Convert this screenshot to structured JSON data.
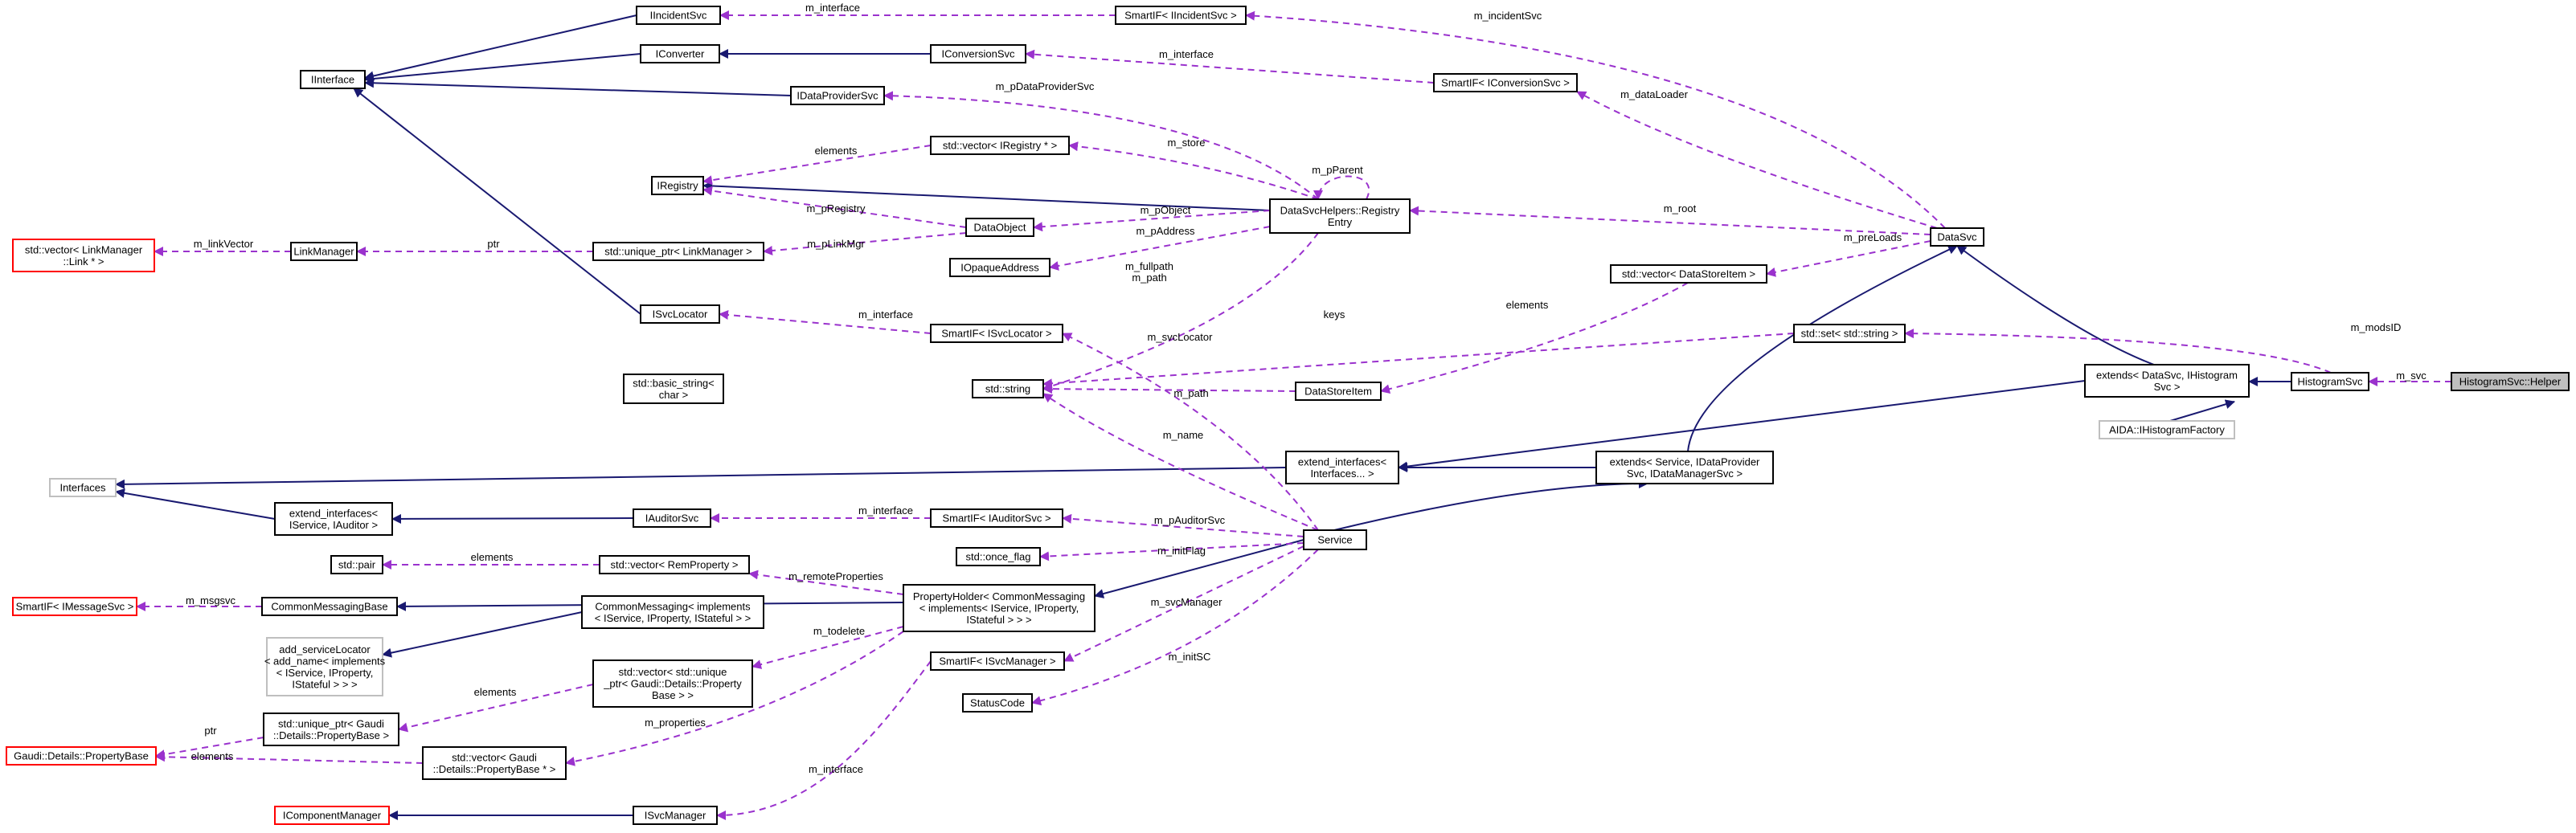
{
  "diagram": {
    "colors": {
      "inherit_edge": "#191970",
      "usage_edge": "#9a32cd",
      "undocumented_border": "#ff0000",
      "external_border": "#bfbfbf",
      "focus_fill": "#bfbfbf"
    },
    "nodes": [
      {
        "id": "IIncidentSvc",
        "lines": [
          "IIncidentSvc"
        ],
        "style": "normal"
      },
      {
        "id": "SmartIF_IIncidentSvc",
        "lines": [
          "SmartIF< IIncidentSvc >"
        ],
        "style": "normal"
      },
      {
        "id": "IInterface",
        "lines": [
          "IInterface"
        ],
        "style": "normal"
      },
      {
        "id": "IConverter",
        "lines": [
          "IConverter"
        ],
        "style": "normal"
      },
      {
        "id": "IConversionSvc",
        "lines": [
          "IConversionSvc"
        ],
        "style": "normal"
      },
      {
        "id": "SmartIF_IConversionSvc",
        "lines": [
          "SmartIF< IConversionSvc >"
        ],
        "style": "normal"
      },
      {
        "id": "IDataProviderSvc",
        "lines": [
          "IDataProviderSvc"
        ],
        "style": "normal"
      },
      {
        "id": "vector_IRegistry",
        "lines": [
          "std::vector< IRegistry * >"
        ],
        "style": "normal"
      },
      {
        "id": "IRegistry",
        "lines": [
          "IRegistry"
        ],
        "style": "normal"
      },
      {
        "id": "DataObject",
        "lines": [
          "DataObject"
        ],
        "style": "normal"
      },
      {
        "id": "RegistryEntry",
        "lines": [
          "DataSvcHelpers::Registry",
          "Entry"
        ],
        "style": "normal"
      },
      {
        "id": "vector_LinkManager_Link",
        "lines": [
          "std::vector< LinkManager",
          "::Link * >"
        ],
        "style": "red"
      },
      {
        "id": "LinkManager",
        "lines": [
          "LinkManager"
        ],
        "style": "normal"
      },
      {
        "id": "unique_ptr_LinkManager",
        "lines": [
          "std::unique_ptr< LinkManager >"
        ],
        "style": "normal"
      },
      {
        "id": "IOpaqueAddress",
        "lines": [
          "IOpaqueAddress"
        ],
        "style": "normal"
      },
      {
        "id": "DataSvc",
        "lines": [
          "DataSvc"
        ],
        "style": "normal"
      },
      {
        "id": "vector_DataStoreItem",
        "lines": [
          "std::vector< DataStoreItem >"
        ],
        "style": "normal"
      },
      {
        "id": "ISvcLocator",
        "lines": [
          "ISvcLocator"
        ],
        "style": "normal"
      },
      {
        "id": "SmartIF_ISvcLocator",
        "lines": [
          "SmartIF< ISvcLocator >"
        ],
        "style": "normal"
      },
      {
        "id": "set_string",
        "lines": [
          "std::set< std::string >"
        ],
        "style": "normal"
      },
      {
        "id": "basic_string",
        "lines": [
          "std::basic_string<",
          "char >"
        ],
        "style": "normal"
      },
      {
        "id": "std_string",
        "lines": [
          "std::string"
        ],
        "style": "normal"
      },
      {
        "id": "DataStoreItem",
        "lines": [
          "DataStoreItem"
        ],
        "style": "normal"
      },
      {
        "id": "extends_DataSvc",
        "lines": [
          "extends< DataSvc, IHistogram",
          "Svc >"
        ],
        "style": "normal"
      },
      {
        "id": "HistogramSvc",
        "lines": [
          "HistogramSvc"
        ],
        "style": "normal"
      },
      {
        "id": "HistogramSvc_Helper",
        "lines": [
          "HistogramSvc::Helper"
        ],
        "style": "focus"
      },
      {
        "id": "AIDA_IHistogramFactory",
        "lines": [
          "AIDA::IHistogramFactory"
        ],
        "style": "gray"
      },
      {
        "id": "Interfaces",
        "lines": [
          "Interfaces"
        ],
        "style": "gray"
      },
      {
        "id": "extend_interfaces_Interfaces",
        "lines": [
          "extend_interfaces<",
          "Interfaces... >"
        ],
        "style": "normal"
      },
      {
        "id": "extends_Service",
        "lines": [
          "extends< Service, IDataProvider",
          "Svc, IDataManagerSvc >"
        ],
        "style": "normal"
      },
      {
        "id": "extend_interfaces_IService",
        "lines": [
          "extend_interfaces<",
          "IService, IAuditor >"
        ],
        "style": "normal"
      },
      {
        "id": "IAuditorSvc",
        "lines": [
          "IAuditorSvc"
        ],
        "style": "normal"
      },
      {
        "id": "SmartIF_IAuditorSvc",
        "lines": [
          "SmartIF< IAuditorSvc >"
        ],
        "style": "normal"
      },
      {
        "id": "std_pair",
        "lines": [
          "std::pair"
        ],
        "style": "normal"
      },
      {
        "id": "vector_RemProperty",
        "lines": [
          "std::vector< RemProperty >"
        ],
        "style": "normal"
      },
      {
        "id": "once_flag",
        "lines": [
          "std::once_flag"
        ],
        "style": "normal"
      },
      {
        "id": "Service",
        "lines": [
          "Service"
        ],
        "style": "normal"
      },
      {
        "id": "SmartIF_IMessageSvc",
        "lines": [
          "SmartIF< IMessageSvc >"
        ],
        "style": "red"
      },
      {
        "id": "CommonMessagingBase",
        "lines": [
          "CommonMessagingBase"
        ],
        "style": "normal"
      },
      {
        "id": "CommonMessaging_impl",
        "lines": [
          "CommonMessaging< implements",
          "< IService, IProperty, IStateful > >"
        ],
        "style": "normal"
      },
      {
        "id": "PropertyHolder",
        "lines": [
          "PropertyHolder< CommonMessaging",
          "< implements< IService, IProperty,",
          "IStateful > > >"
        ],
        "style": "normal"
      },
      {
        "id": "add_serviceLocator",
        "lines": [
          "add_serviceLocator",
          "< add_name< implements",
          "< IService, IProperty,",
          "IStateful > > >"
        ],
        "style": "gray"
      },
      {
        "id": "vector_unique_ptr_PropertyBase",
        "lines": [
          "std::vector< std::unique",
          "_ptr< Gaudi::Details::Property",
          "Base > >"
        ],
        "style": "normal"
      },
      {
        "id": "SmartIF_ISvcManager",
        "lines": [
          "SmartIF< ISvcManager >"
        ],
        "style": "normal"
      },
      {
        "id": "StatusCode",
        "lines": [
          "StatusCode"
        ],
        "style": "normal"
      },
      {
        "id": "unique_ptr_PropertyBase",
        "lines": [
          "std::unique_ptr< Gaudi",
          "::Details::PropertyBase >"
        ],
        "style": "normal"
      },
      {
        "id": "PropertyBase",
        "lines": [
          "Gaudi::Details::PropertyBase"
        ],
        "style": "red"
      },
      {
        "id": "vector_PropertyBase_ptr",
        "lines": [
          "std::vector< Gaudi",
          "::Details::PropertyBase * >"
        ],
        "style": "normal"
      },
      {
        "id": "IComponentManager",
        "lines": [
          "IComponentManager"
        ],
        "style": "red"
      },
      {
        "id": "ISvcManager",
        "lines": [
          "ISvcManager"
        ],
        "style": "normal"
      }
    ],
    "edge_labels": [
      "m_interface",
      "m_incidentSvc",
      "m_interface",
      "m_dataLoader",
      "m_pDataProviderSvc",
      "elements",
      "m_store",
      "m_pParent",
      "m_pRegistry",
      "m_pObject",
      "m_root",
      "m_linkVector",
      "ptr",
      "m_pLinkMgr",
      "m_pAddress",
      "m_preLoads",
      "m_fullpath",
      "m_path",
      "elements",
      "m_interface",
      "keys",
      "m_svcLocator",
      "m_modsID",
      "m_path",
      "m_svc",
      "m_name",
      "m_interface",
      "m_pAuditorSvc",
      "elements",
      "m_initFlag",
      "m_remoteProperties",
      "m_msgsvc",
      "m_svcManager",
      "m_todelete",
      "m_initSC",
      "elements",
      "ptr",
      "m_properties",
      "elements",
      "m_interface"
    ]
  }
}
